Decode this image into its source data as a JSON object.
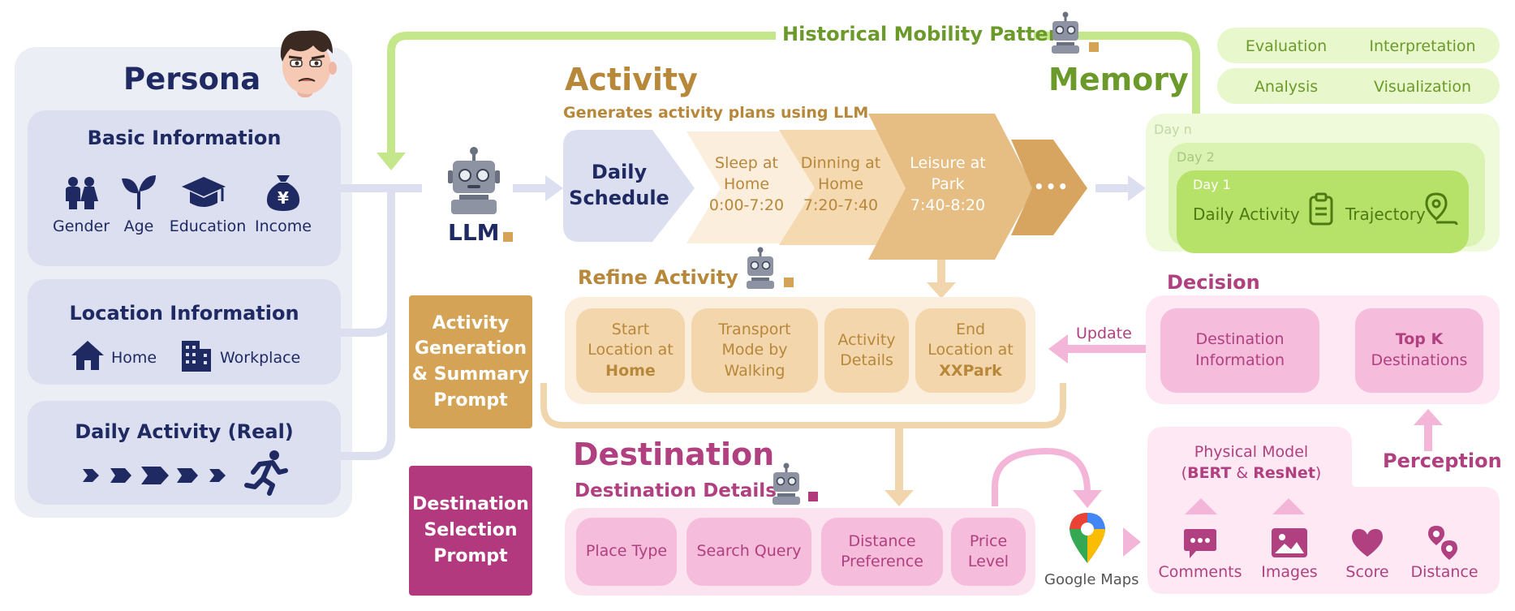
{
  "persona": {
    "title": "Persona",
    "basic": {
      "title": "Basic Information",
      "items": [
        {
          "icon": "people-icon",
          "label": "Gender"
        },
        {
          "icon": "sprout-icon",
          "label": "Age"
        },
        {
          "icon": "graduation-cap-icon",
          "label": "Education"
        },
        {
          "icon": "money-bag-icon",
          "label": "Income"
        }
      ]
    },
    "location": {
      "title": "Location Information",
      "items": [
        {
          "icon": "home-icon",
          "label": "Home"
        },
        {
          "icon": "building-icon",
          "label": "Workplace"
        }
      ]
    },
    "daily": {
      "title": "Daily Activity (Real)"
    }
  },
  "llm": {
    "label": "LLM"
  },
  "history": {
    "label": "Historical Mobility Pattern"
  },
  "activity": {
    "title": "Activity",
    "subtitle": "Generates activity plans using LLM",
    "schedule": [
      "Daily",
      "Schedule"
    ],
    "steps": [
      {
        "line1": "Sleep at",
        "line2": "Home",
        "line3": "0:00-7:20"
      },
      {
        "line1": "Dinning at",
        "line2": "Home",
        "line3": "7:20-7:40"
      },
      {
        "line1": "Leisure at",
        "line2": "Park",
        "line3": "7:40-8:20"
      }
    ],
    "more": "•••"
  },
  "refine": {
    "title": "Refine Activity",
    "items": [
      {
        "a": "Start",
        "b": "Location at",
        "c": "Home"
      },
      {
        "a": "Transport",
        "b": "Mode by",
        "c": "Walking"
      },
      {
        "a": "Activity",
        "b": "Details"
      },
      {
        "a": "End",
        "b": "Location at",
        "c": "XXPark"
      }
    ]
  },
  "prompts": {
    "activity": [
      "Activity",
      "Generation",
      "& Summary",
      "Prompt"
    ],
    "destination": [
      "Destination",
      "Selection",
      "Prompt"
    ]
  },
  "destination": {
    "title": "Destination",
    "subtitle": "Destination Details",
    "items": [
      {
        "a": "Place Type"
      },
      {
        "a": "Search Query"
      },
      {
        "a": "Distance",
        "b": "Preference"
      },
      {
        "a": "Price",
        "b": "Level"
      }
    ]
  },
  "google": {
    "label": "Google Maps"
  },
  "memory": {
    "title": "Memory",
    "tags": [
      "Evaluation",
      "Interpretation",
      "Analysis",
      "Visualization"
    ],
    "days": [
      "Day n",
      "Day 2",
      "Day 1"
    ],
    "daily_activity": "Daily Activity",
    "trajectory": "Trajectory"
  },
  "decision": {
    "title": "Decision",
    "update": "Update",
    "dest_info": [
      "Destination",
      "Information"
    ],
    "topk": [
      "Top K",
      "Destinations"
    ]
  },
  "perception": {
    "title": "Perception",
    "physical": [
      "Physical Model",
      "(",
      "BERT",
      " & ",
      "ResNet",
      ")"
    ],
    "items": [
      {
        "icon": "comments-icon",
        "label": "Comments"
      },
      {
        "icon": "images-icon",
        "label": "Images"
      },
      {
        "icon": "heart-icon",
        "label": "Score"
      },
      {
        "icon": "distance-icon",
        "label": "Distance"
      }
    ]
  },
  "colors": {
    "navy": "#1f2a63",
    "persona_bg": "#eceef6",
    "persona_card": "#dcdff0",
    "activity": "#b7873a",
    "memory_green": "#6b9a2a",
    "destination": "#b0407f",
    "prompt_gold": "#d4a355",
    "prompt_magenta": "#b3397e"
  }
}
